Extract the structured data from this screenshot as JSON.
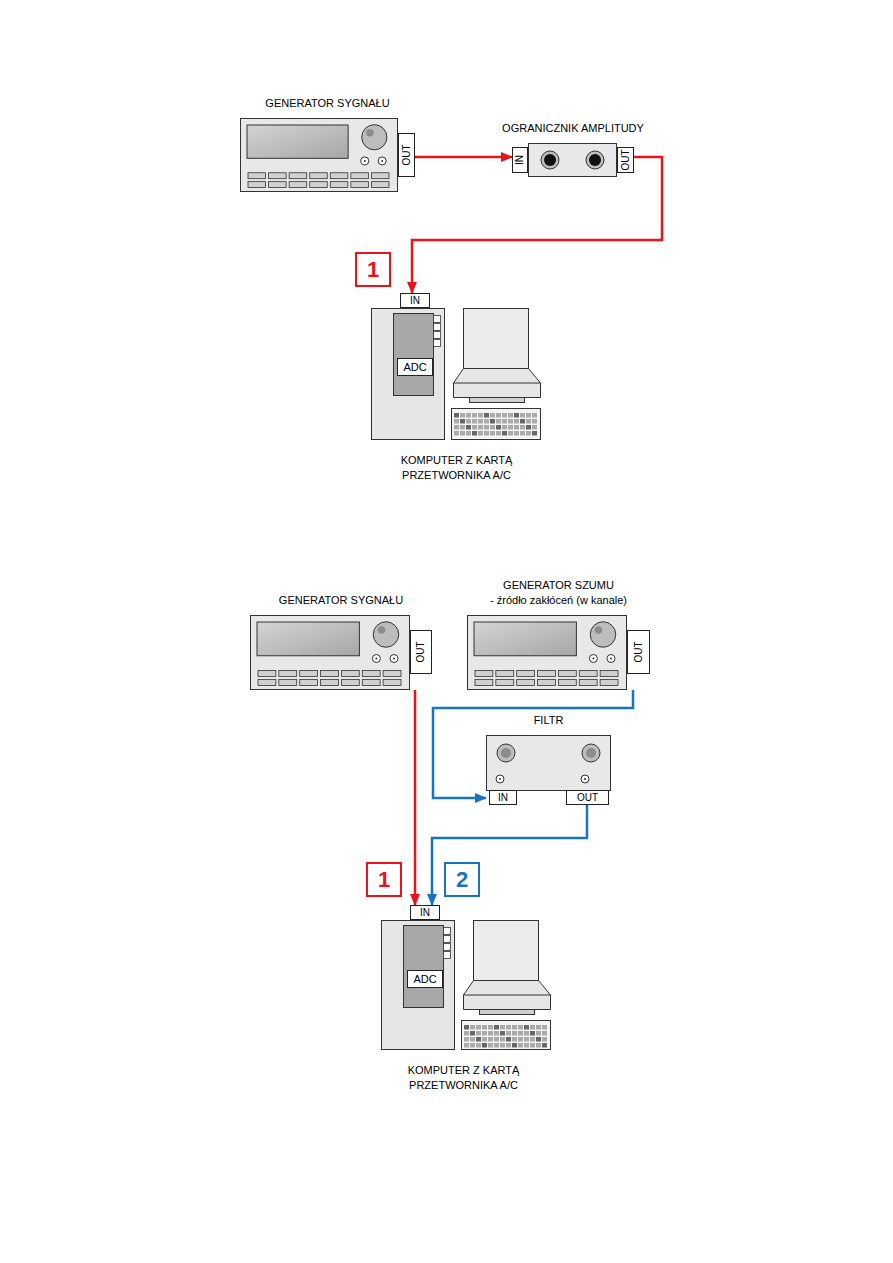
{
  "diagram": {
    "nodes": [
      {
        "text": [
          "GENERATOR SYGNAŁU"
        ]
      },
      {
        "text": [
          "OGRANICZNIK AMPLITUDY"
        ]
      },
      {
        "text": [
          "KOMPUTER Z KARTĄ PRZETWORNIKA A/C"
        ]
      },
      {
        "text": [
          "ADC"
        ],
        "in": 2
      },
      {
        "text": [
          "GENERATOR SYGNAŁU"
        ]
      },
      {
        "text": [
          "GENERATOR SZUMU",
          "- źródło zakłóceń (w kanale)"
        ]
      },
      {
        "text": [
          "FILTR"
        ]
      },
      {
        "text": [
          "KOMPUTER Z KARTĄ PRZETWORNIKA A/C"
        ]
      },
      {
        "text": [
          "ADC"
        ],
        "in": 7
      }
    ],
    "edges": [
      {
        "from": 0,
        "to": 1,
        "arrow": "to"
      },
      {
        "from": 1,
        "to": 2,
        "arrow": "to"
      },
      {
        "from": 4,
        "to": 7,
        "arrow": "to"
      },
      {
        "from": 5,
        "to": 6,
        "arrow": "to"
      },
      {
        "from": 6,
        "to": 7,
        "arrow": "to"
      }
    ],
    "labels": [
      "OUT",
      "IN",
      "OUT",
      "1",
      "IN",
      "OUT",
      "OUT",
      "IN",
      "OUT",
      "1",
      "2",
      "IN"
    ]
  }
}
